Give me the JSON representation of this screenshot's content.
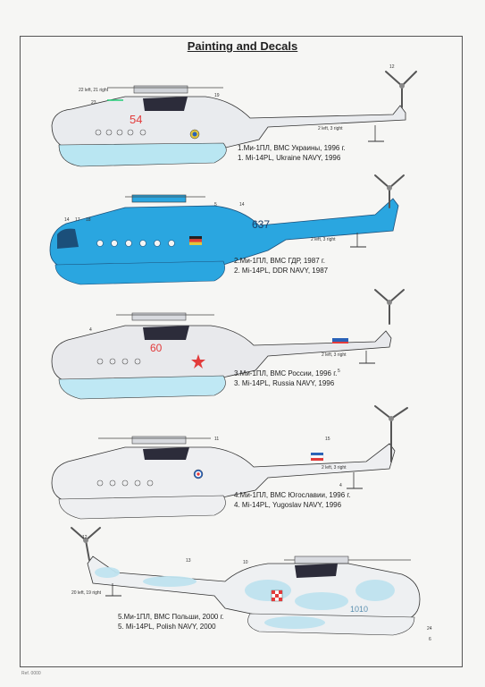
{
  "title": "Painting and Decals",
  "schemes": [
    {
      "line_ru": "1.Ми-1ПЛ, ВМС Украины, 1996 г.",
      "line_en": "1. Mi-14PL, Ukraine NAVY, 1996",
      "tail_number": "54",
      "callouts": [
        "22 left, 21 right",
        "23",
        "19",
        "12",
        "2 left, 3 right"
      ]
    },
    {
      "line_ru": "2.Ми-1ПЛ, ВМС ГДР, 1987 г.",
      "line_en": "2. Mi-14PL, DDR NAVY, 1987",
      "tail_number": "637",
      "callouts": [
        "14",
        "17",
        "18",
        "5",
        "14",
        "2 left, 3 right"
      ]
    },
    {
      "line_ru": "3.Ми-1ПЛ, ВМС России, 1996 г.",
      "line_en": "3. Mi-14PL, Russia NAVY, 1996",
      "tail_number": "60",
      "callouts": [
        "4",
        "2 left, 3 right",
        "5"
      ]
    },
    {
      "line_ru": "4.Ми-1ПЛ, ВМС Югославии, 1996 г.",
      "line_en": "4. Mi-14PL, Yugoslav NAVY, 1996",
      "tail_number": "",
      "callouts": [
        "11",
        "15",
        "2 left, 3 right",
        "4"
      ]
    },
    {
      "line_ru": "5.Ми-1ПЛ, ВМС Польши, 2000 г.",
      "line_en": "5. Mi-14PL, Polish NAVY, 2000",
      "tail_number": "1010",
      "callouts": [
        "12",
        "13",
        "10",
        "20 left, 19 right",
        "24",
        "6"
      ]
    }
  ],
  "colors": {
    "ukraine_body": "#e9ebee",
    "ukraine_underside": "#b9e6f2",
    "ddr_body": "#2aa6e0",
    "russia_body": "#e8e9ec",
    "russia_underside": "#bfe8f4",
    "yugoslav_body": "#eeeff1",
    "polish_camo": "#bfe3ef",
    "marking_red": "#e23b3b",
    "navy_dark": "#2c2c3a"
  },
  "footer": "Ref. 0000"
}
